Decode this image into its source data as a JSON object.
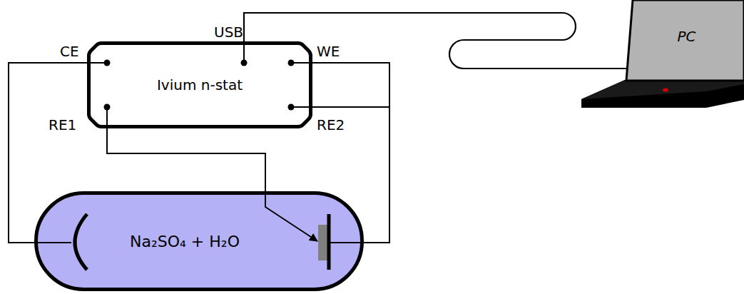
{
  "diagram": {
    "nodes": [
      {
        "text": [
          "Ivium n-stat"
        ]
      },
      {
        "text": [
          "PC"
        ]
      },
      {
        "text": [
          "Na₂SO₄ + H₂O"
        ]
      }
    ],
    "edges": [
      {
        "from": 0,
        "to": 1,
        "arrow": "none"
      },
      {
        "from": 0,
        "to": 2,
        "arrow": "none"
      },
      {
        "from": 0,
        "to": 2,
        "arrow": "none"
      },
      {
        "from": 0,
        "to": 2,
        "arrow": "to"
      },
      {
        "from": 0,
        "to": 2,
        "arrow": "none"
      }
    ],
    "labels": [
      "USB",
      "CE",
      "WE",
      "RE1",
      "RE2"
    ]
  }
}
